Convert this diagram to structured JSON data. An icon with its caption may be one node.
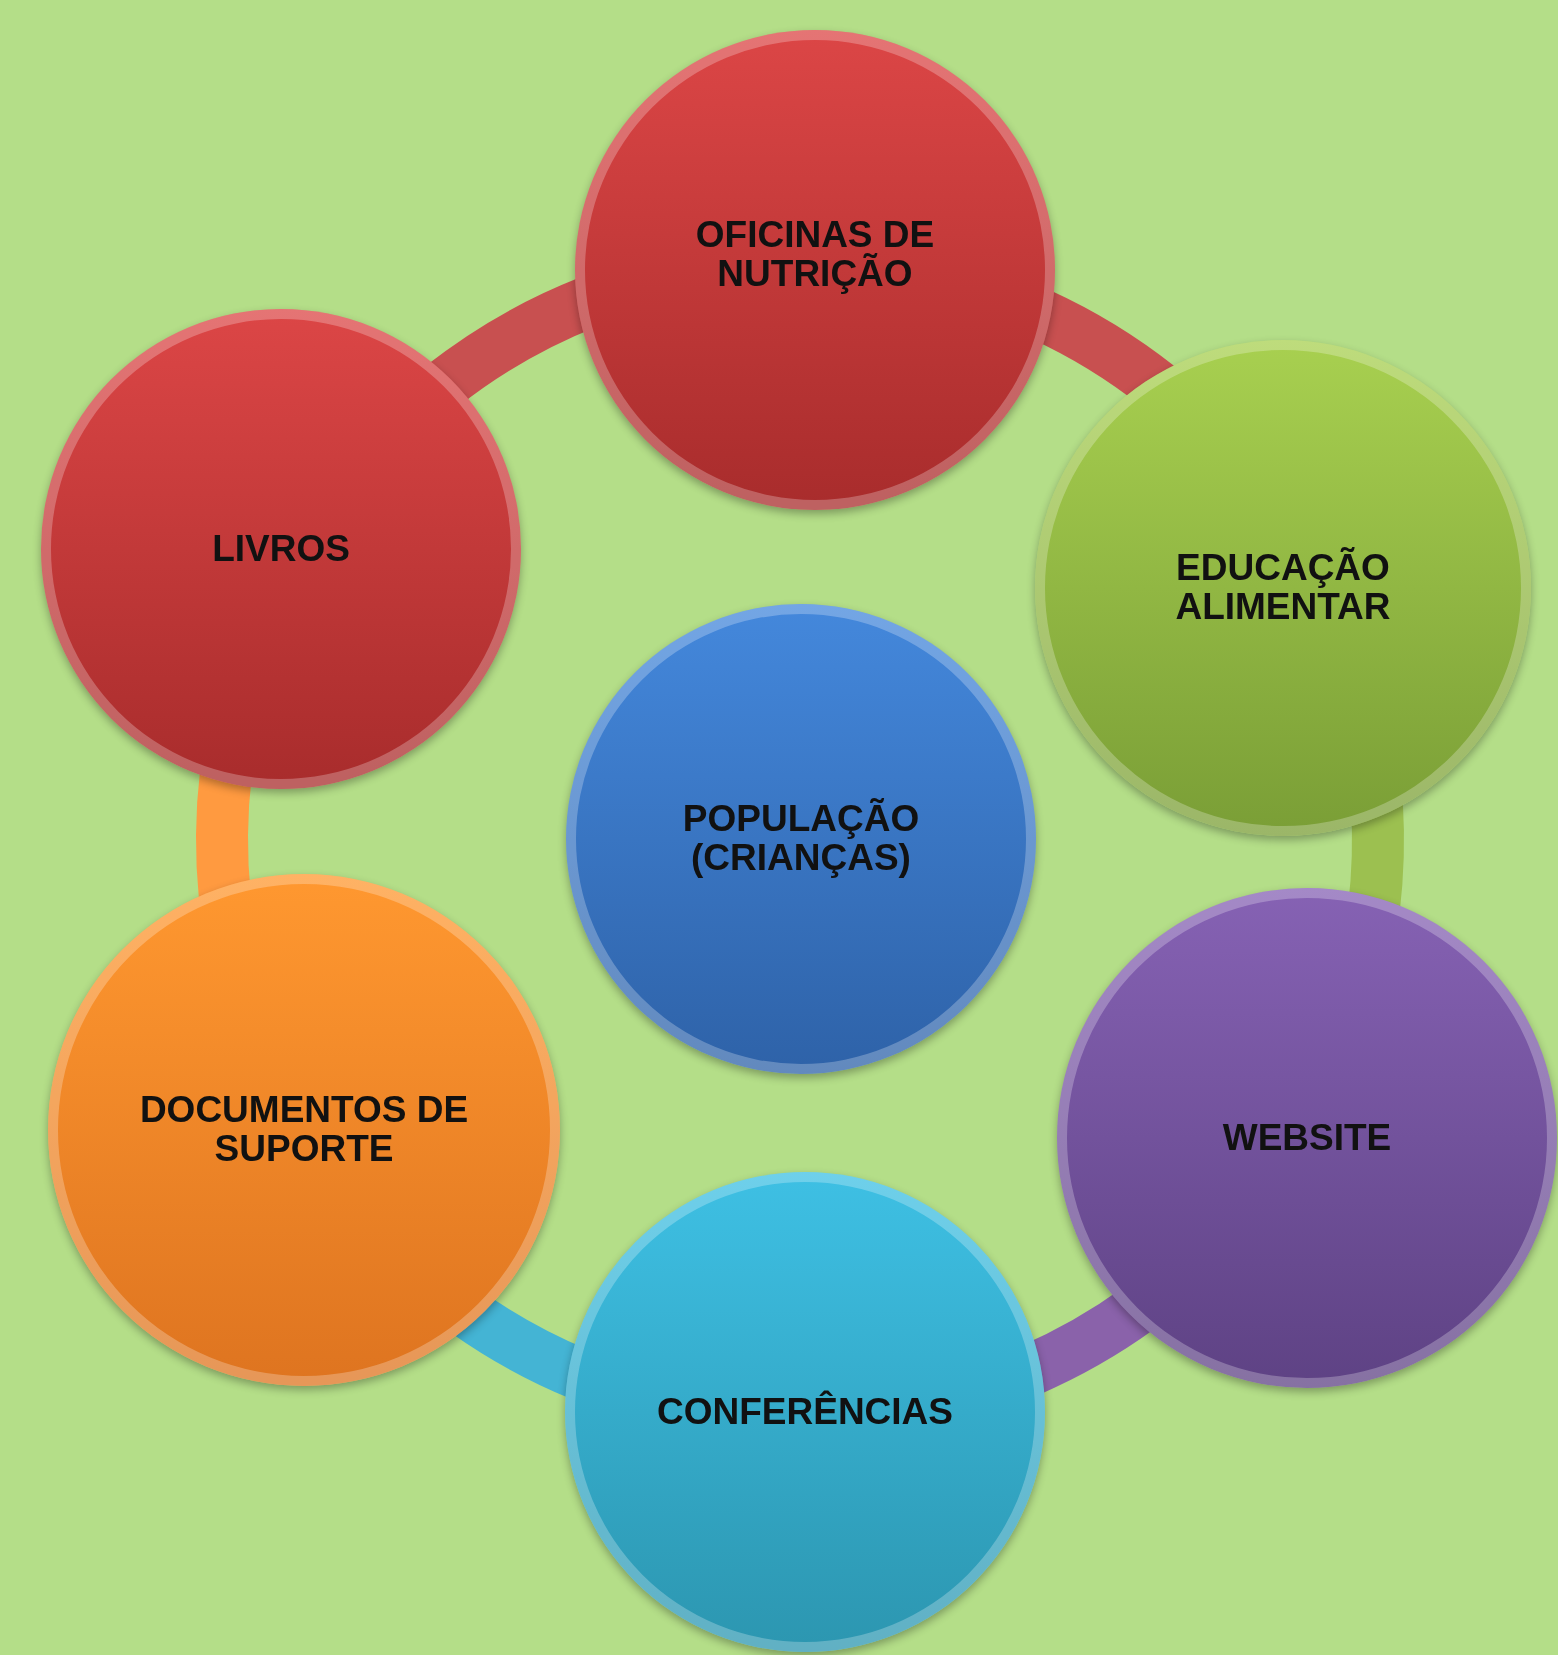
{
  "diagram": {
    "nodes": [
      {
        "text": [
          "OFICINAS DE NUTRIÇÃO"
        ]
      },
      {
        "text": [
          "LIVROS"
        ]
      },
      {
        "text": [
          "EDUCAÇÃO ALIMENTAR"
        ]
      },
      {
        "text": [
          "POPULAÇÃO (CRIANÇAS)"
        ]
      },
      {
        "text": [
          "WEBSITE"
        ]
      },
      {
        "text": [
          "DOCUMENTOS DE SUPORTE"
        ]
      },
      {
        "text": [
          "CONFERÊNCIAS"
        ]
      }
    ],
    "edges": [
      {
        "from": 0,
        "to": 2,
        "arrow": "none",
        "color": "#c85050"
      },
      {
        "from": 2,
        "to": 4,
        "arrow": "none",
        "color": "#9cc050"
      },
      {
        "from": 4,
        "to": 6,
        "arrow": "none",
        "color": "#8a62aa"
      },
      {
        "from": 6,
        "to": 5,
        "arrow": "none",
        "color": "#44b4d4"
      },
      {
        "from": 5,
        "to": 1,
        "arrow": "none",
        "color": "#ff9a40"
      },
      {
        "from": 1,
        "to": 0,
        "arrow": "none",
        "color": "#c85050"
      }
    ]
  }
}
